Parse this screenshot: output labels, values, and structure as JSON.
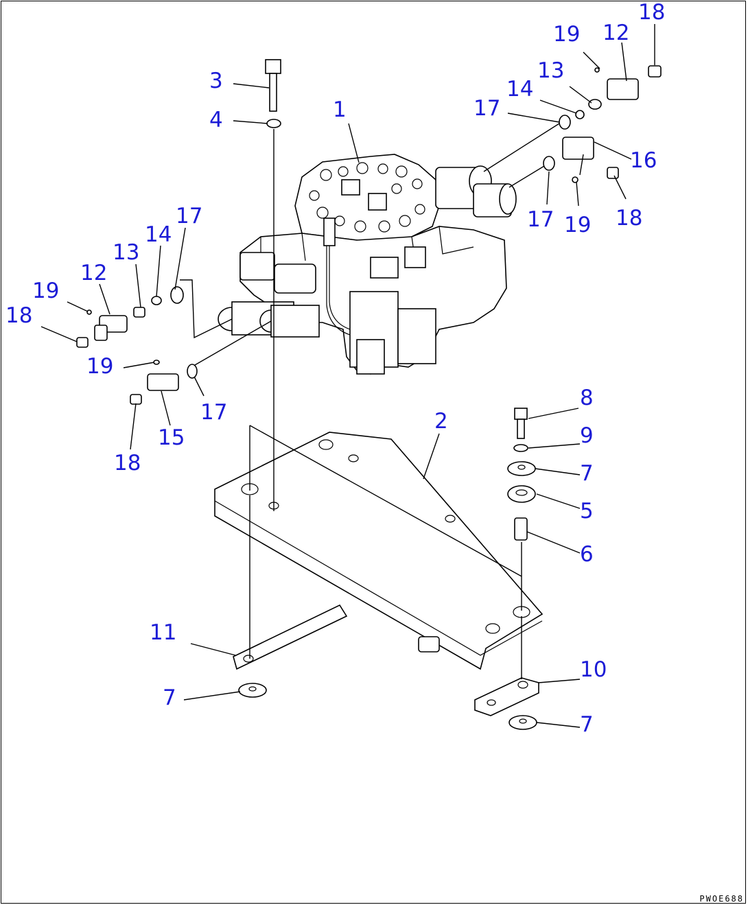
{
  "diagram": {
    "code": "PWOE688",
    "callouts": [
      {
        "id": "c3",
        "text": "3"
      },
      {
        "id": "c4",
        "text": "4"
      },
      {
        "id": "c1",
        "text": "1"
      },
      {
        "id": "c19a",
        "text": "19"
      },
      {
        "id": "c12a",
        "text": "12"
      },
      {
        "id": "c18a",
        "text": "18"
      },
      {
        "id": "c13a",
        "text": "13"
      },
      {
        "id": "c14a",
        "text": "14"
      },
      {
        "id": "c17a",
        "text": "17"
      },
      {
        "id": "c16",
        "text": "16"
      },
      {
        "id": "c17b",
        "text": "17"
      },
      {
        "id": "c19b",
        "text": "19"
      },
      {
        "id": "c18b",
        "text": "18"
      },
      {
        "id": "c17c",
        "text": "17"
      },
      {
        "id": "c14b",
        "text": "14"
      },
      {
        "id": "c13b",
        "text": "13"
      },
      {
        "id": "c12b",
        "text": "12"
      },
      {
        "id": "c19c",
        "text": "19"
      },
      {
        "id": "c18c",
        "text": "18"
      },
      {
        "id": "c19d",
        "text": "19"
      },
      {
        "id": "c17d",
        "text": "17"
      },
      {
        "id": "c15",
        "text": "15"
      },
      {
        "id": "c18d",
        "text": "18"
      },
      {
        "id": "c2",
        "text": "2"
      },
      {
        "id": "c8",
        "text": "8"
      },
      {
        "id": "c9",
        "text": "9"
      },
      {
        "id": "c7a",
        "text": "7"
      },
      {
        "id": "c5",
        "text": "5"
      },
      {
        "id": "c6",
        "text": "6"
      },
      {
        "id": "c11",
        "text": "11"
      },
      {
        "id": "c10",
        "text": "10"
      },
      {
        "id": "c7b",
        "text": "7"
      },
      {
        "id": "c7c",
        "text": "7"
      }
    ]
  }
}
